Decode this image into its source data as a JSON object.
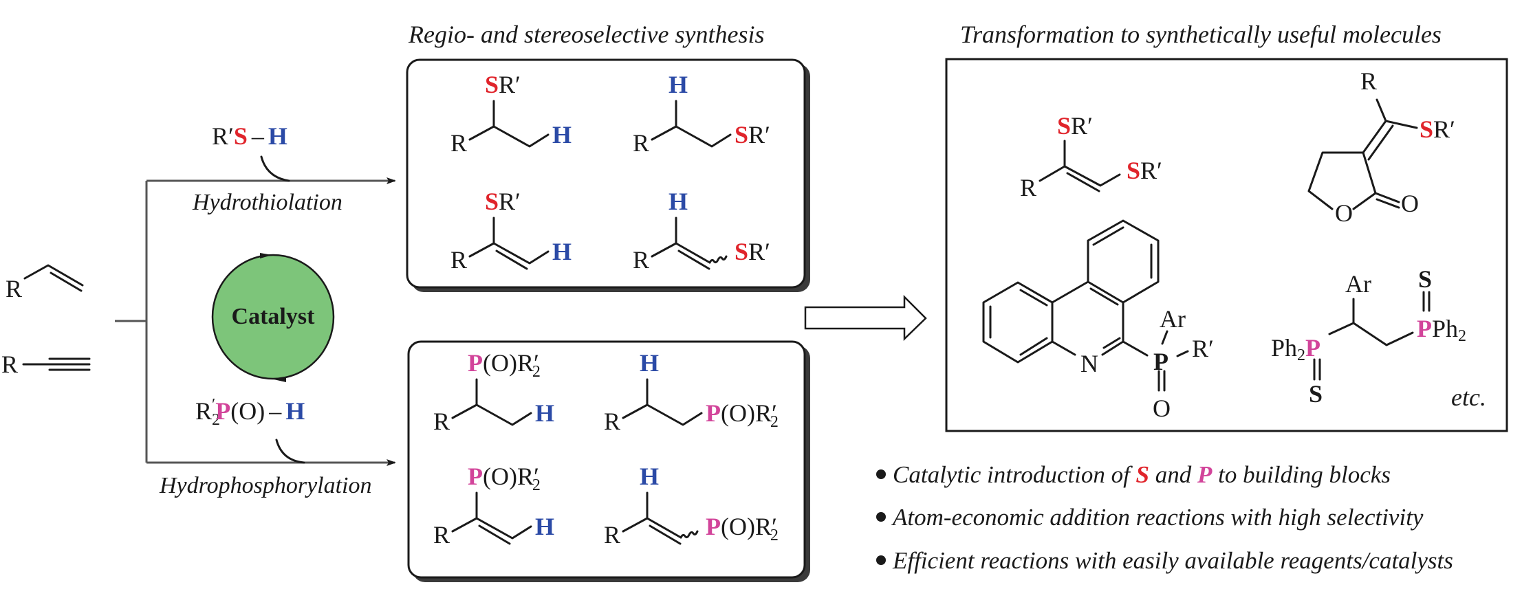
{
  "colors": {
    "sulfur": "#e0242b",
    "phosphorus": "#d2449a",
    "hydrogen": "#2b4aa6",
    "catalyst_fill": "#7dc57a",
    "catalyst_text": "#e0242b",
    "text": "#1a1a1a"
  },
  "substrates": {
    "alkene_label": "R",
    "alkyne_label": "R"
  },
  "catalyst": {
    "label": "Catalyst"
  },
  "reactions": {
    "hydrothiolation": {
      "label": "Hydrothiolation",
      "reagent": {
        "r": "R′",
        "hetero": "S",
        "bond": "–",
        "h": "H"
      }
    },
    "hydrophosphorylation": {
      "label": "Hydrophosphorylation",
      "reagent": {
        "r": "R",
        "sub": "2",
        "prime": "′",
        "hetero": "P",
        "rest": "(O)",
        "bond": "–",
        "h": "H"
      }
    }
  },
  "panels": {
    "middle_title": "Regio- and stereoselective synthesis",
    "right_title": "Transformation to synthetically useful molecules",
    "thio_products": [
      {
        "name": "markovnikov-alkyl-sulfide",
        "r": "R",
        "top": "SR′",
        "side": "H"
      },
      {
        "name": "anti-markovnikov-alkyl-sulfide",
        "r": "R",
        "top": "H",
        "side": "SR′"
      },
      {
        "name": "markovnikov-vinyl-sulfide",
        "r": "R",
        "top": "SR′",
        "side": "H"
      },
      {
        "name": "anti-markovnikov-vinyl-sulfide",
        "r": "R",
        "top": "H",
        "side": "SR′"
      }
    ],
    "phos_products": [
      {
        "name": "markovnikov-alkyl-phosphine-oxide",
        "r": "R",
        "top": "P(O)R′2",
        "side": "H"
      },
      {
        "name": "anti-markovnikov-alkyl-phosphine-oxide",
        "r": "R",
        "top": "H",
        "side": "P(O)R′2"
      },
      {
        "name": "markovnikov-vinyl-phosphine-oxide",
        "r": "R",
        "top": "P(O)R′2",
        "side": "H"
      },
      {
        "name": "anti-markovnikov-vinyl-phosphine-oxide",
        "r": "R",
        "top": "H",
        "side": "P(O)R′2"
      }
    ],
    "useful_molecules": {
      "bis_sulfide": {
        "r": "R",
        "s1": "SR′",
        "s2": "SR′"
      },
      "lactone": {
        "r": "R",
        "s": "SR′",
        "ring_o": "O",
        "carbonyl_o": "O"
      },
      "phenanthridine": {
        "n": "N",
        "p": "P",
        "ar": "Ar",
        "r": "R′",
        "o": "O"
      },
      "bisphosphine_sulfide": {
        "ph2p_left": "Ph",
        "sub2": "2",
        "p": "P",
        "ar": "Ar",
        "s_top": "S",
        "s_bottom": "S",
        "pph2_right": "Ph"
      },
      "etc": "etc."
    }
  },
  "bullets": [
    {
      "pre": "Catalytic introduction of ",
      "s": "S",
      "mid": " and ",
      "p": "P",
      "post": " to building blocks"
    },
    {
      "text": "Atom-economic addition reactions with high selectivity"
    },
    {
      "text": "Efficient reactions with easily available reagents/catalysts"
    }
  ]
}
